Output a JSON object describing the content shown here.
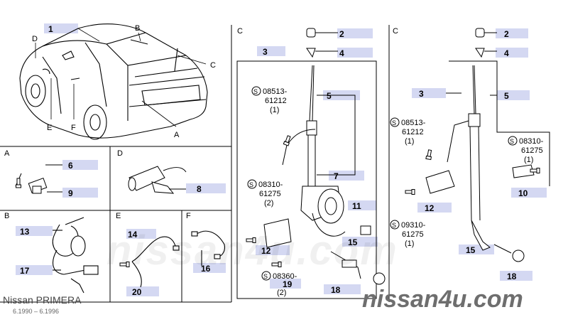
{
  "panels": {
    "car": {
      "letters": [
        "D",
        "B",
        "C",
        "E",
        "F",
        "A"
      ],
      "callout": "1"
    },
    "a": {
      "title": "A",
      "callouts": [
        "6",
        "9"
      ]
    },
    "d": {
      "title": "D",
      "callouts": [
        "8"
      ]
    },
    "b": {
      "title": "B",
      "callouts": [
        "13",
        "17"
      ]
    },
    "e": {
      "title": "E",
      "callouts": [
        "14",
        "20"
      ]
    },
    "f": {
      "title": "F",
      "callouts": [
        "16"
      ]
    },
    "mid": {
      "title": "C",
      "callouts": [
        "2",
        "4",
        "3",
        "5",
        "7",
        "11",
        "12",
        "15",
        "18",
        "19"
      ],
      "screws": [
        {
          "symbol": "S",
          "num": "08513-",
          "code": "61212",
          "qty": "(1)"
        },
        {
          "symbol": "S",
          "num": "08310-",
          "code": "61275",
          "qty": "(2)"
        },
        {
          "symbol": "S",
          "num": "08360-",
          "code": "",
          "qty": "(2)"
        }
      ]
    },
    "right": {
      "title": "C",
      "callouts": [
        "2",
        "4",
        "3",
        "5",
        "10",
        "12",
        "15",
        "18"
      ],
      "screws": [
        {
          "symbol": "S",
          "num": "08513-",
          "code": "61212",
          "qty": "(1)"
        },
        {
          "symbol": "S",
          "num": "08310-",
          "code": "61275",
          "qty": "(1)"
        },
        {
          "symbol": "S",
          "num": "09310-",
          "code": "61275",
          "qty": "(1)"
        }
      ]
    }
  },
  "footer": {
    "model": "Nissan PRIMERA",
    "dates": "6.1990  –  6.1996"
  },
  "watermark": {
    "text": "nissan4u.com"
  },
  "colors": {
    "highlight": "#d4d8f2",
    "line": "#000000"
  }
}
